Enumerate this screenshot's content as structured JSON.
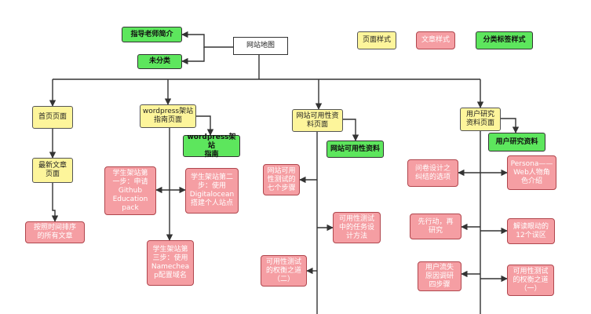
{
  "root": {
    "label": "网站地图"
  },
  "legend": {
    "page_style": "页面样式",
    "article_style": "文章样式",
    "tag_style": "分类标签样式"
  },
  "top_tags": {
    "advisor": "指导老师简介",
    "uncategorized": "未分类"
  },
  "home": {
    "page": "首页页面",
    "latest": "最新文章\n页面",
    "by_time": "按照时间排序\n的所有文章"
  },
  "wordpress": {
    "page": "wordpress架站\n指南页面",
    "tag": "wordpress架站\n指南",
    "step1": "学生架站第\n一步：申请\nGithub\nEducation\npack",
    "step2": "学生架站第二\n步：使用\nDigitalocean\n搭建个人站点",
    "step3": "学生架站第\n三步：使用\nNamecheа\np配置域名"
  },
  "usability": {
    "page": "网站可用性资\n料页面",
    "tag": "网站可用性资料",
    "seven_steps": "网站可用\n性测试的\n七个步骤",
    "task_design": "可用性测试\n中的任务设\n计方法",
    "tradeoff2": "可用性测试\n的权衡之道\n（二）"
  },
  "research": {
    "page": "用户研究\n资料页面",
    "tag": "用户研究资料",
    "questionnaire": "问卷设计之\n纠结的选项",
    "persona": "Persona——\nWeb人物角\n色介绍",
    "act_first": "先行动，再\n研究",
    "eye_tracking": "解读眼动的\n12个误区",
    "churn": "用户流失\n原因调研\n四步骤",
    "tradeoff1": "可用性测试\n的权衡之道\n（一）"
  }
}
